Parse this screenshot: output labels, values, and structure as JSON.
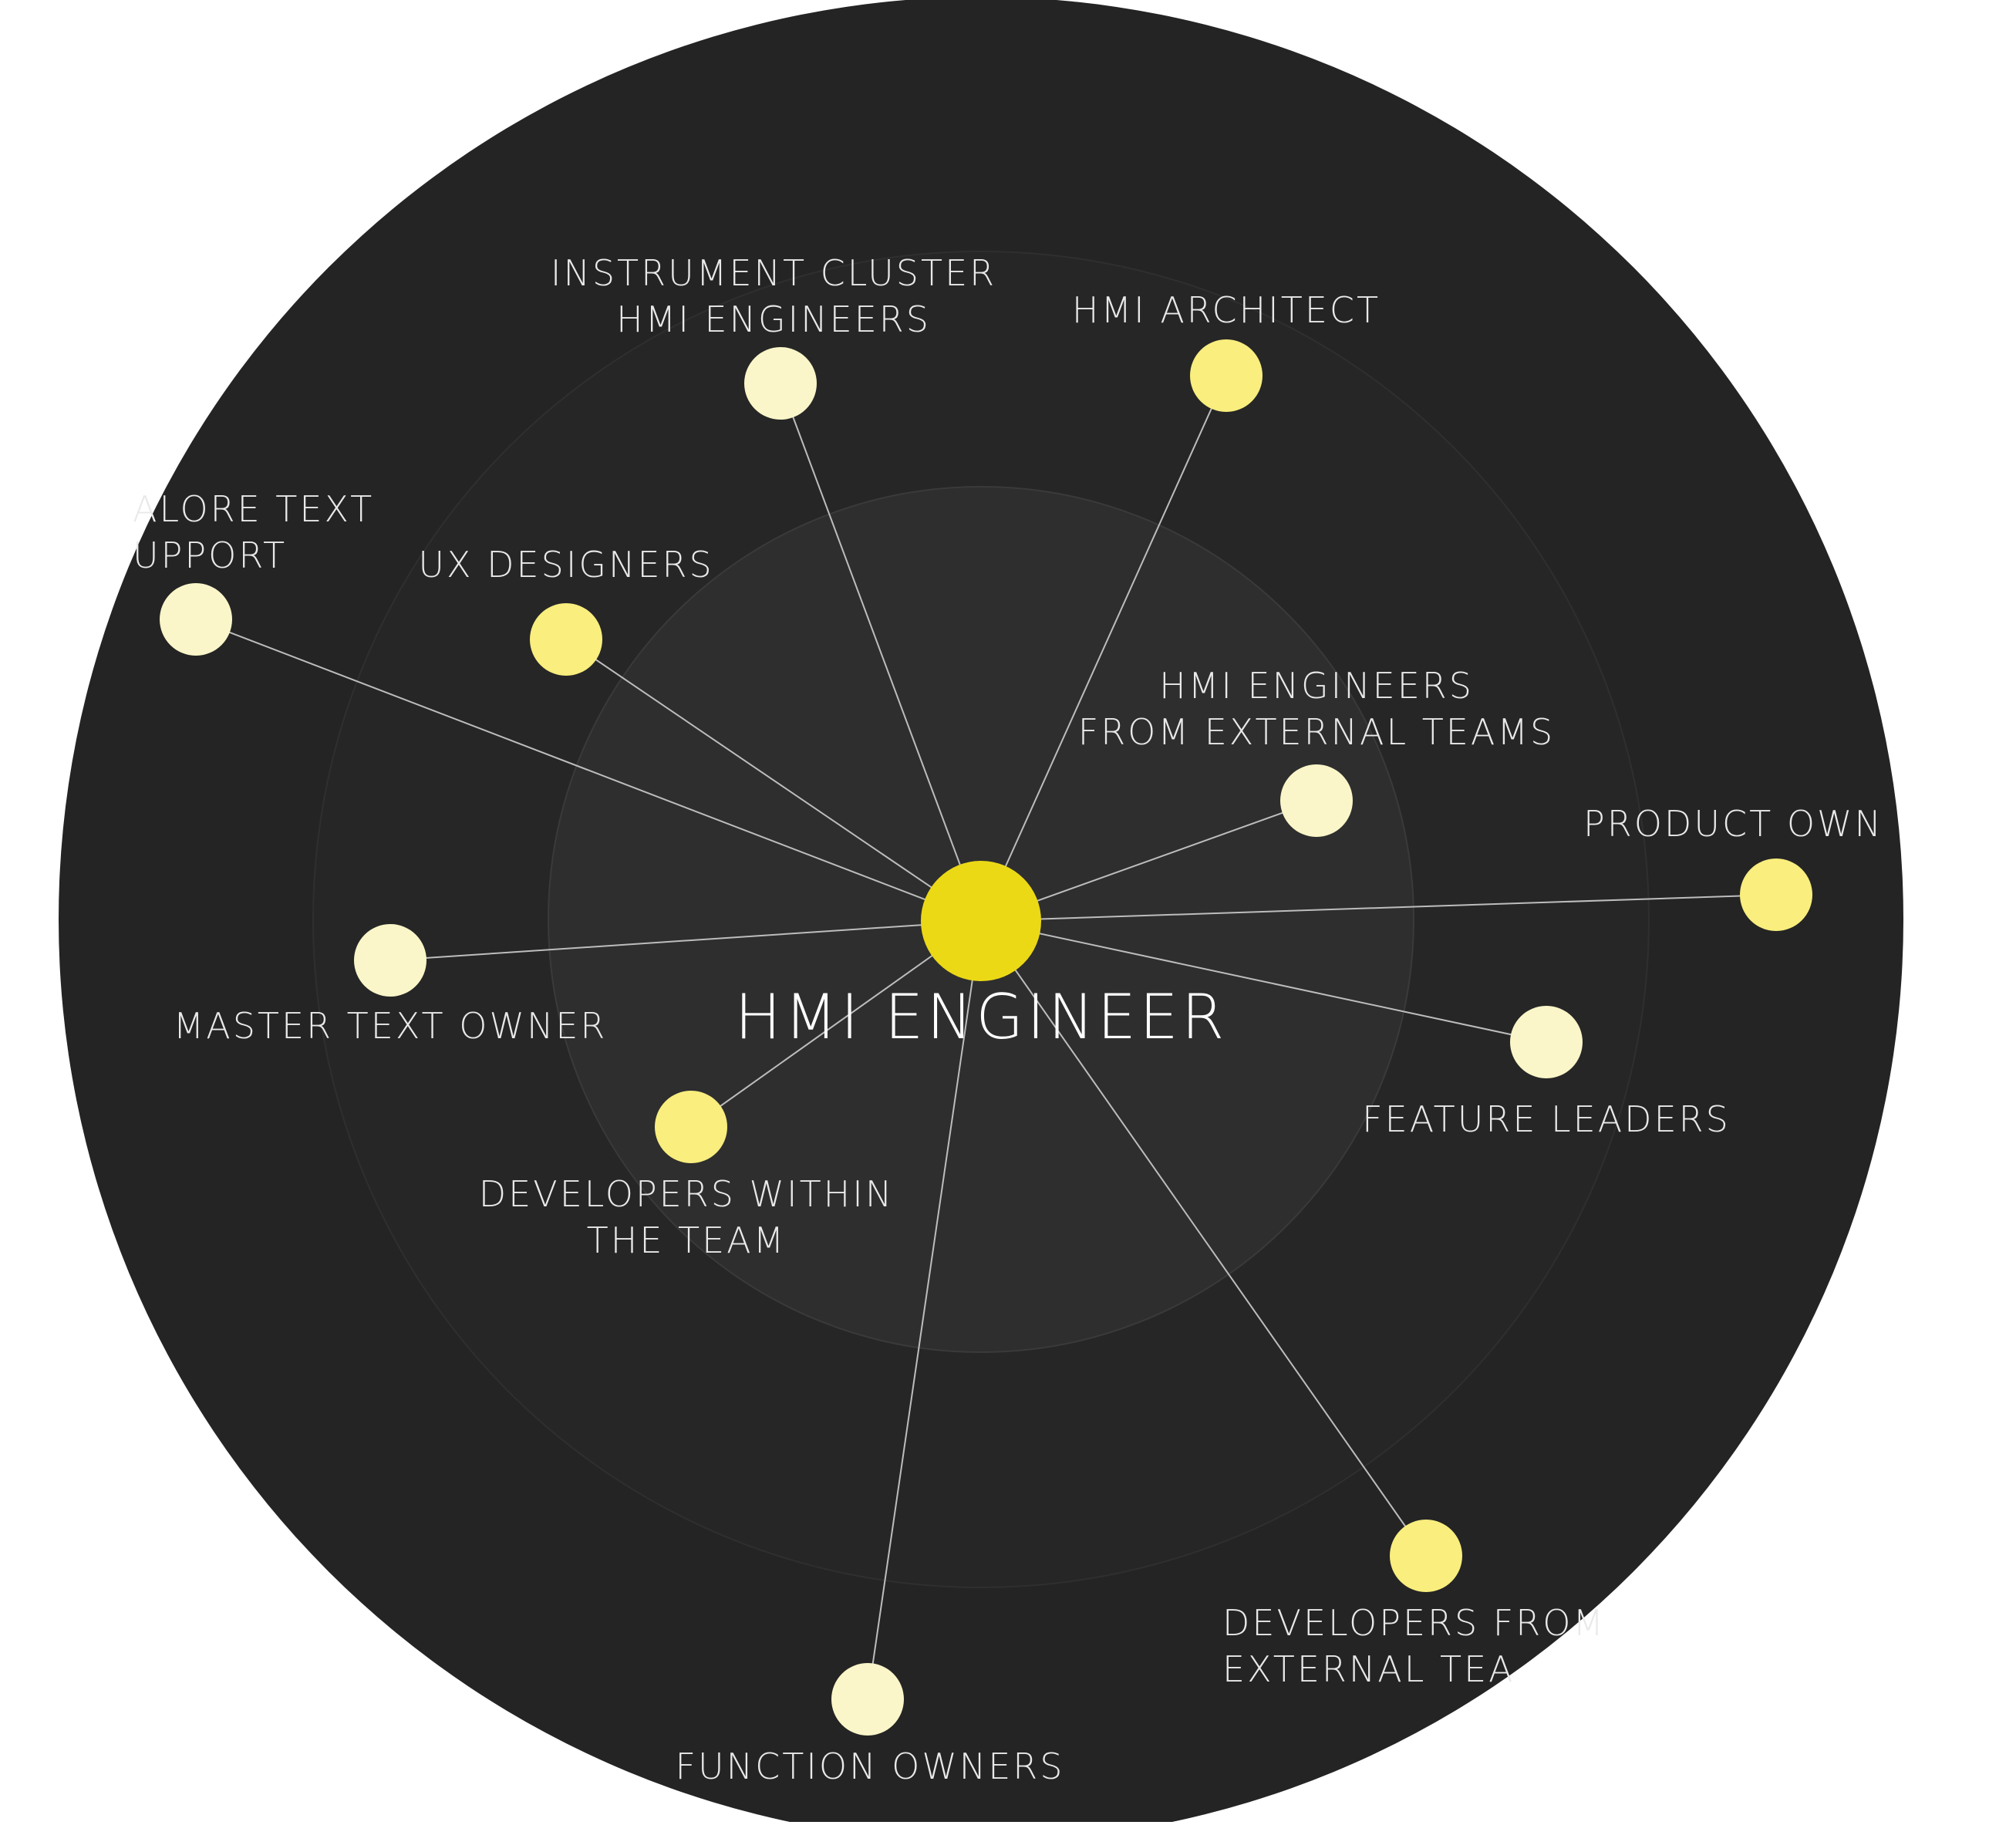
{
  "diagram": {
    "center": {
      "label": "HMI ENGINEER",
      "color": "#ecd916"
    },
    "colors": {
      "background": "#242424",
      "middle_ring": "#262626",
      "inner_ring": "#2e2e2e",
      "link": "#bdbdbd",
      "node_bright": "#f9ee7e",
      "node_pale": "#faf6c9",
      "text": "#e9e9e9"
    },
    "nodes": [
      {
        "id": "instrument-cluster",
        "label": "INSTRUMENT CLUSTER HMI ENGINEERS",
        "lines": [
          "INSTRUMENT CLUSTER",
          "HMI ENGINEERS"
        ],
        "tone": "pale"
      },
      {
        "id": "hmi-architect",
        "label": "HMI ARCHITECT",
        "lines": [
          "HMI ARCHITECT"
        ],
        "tone": "bright"
      },
      {
        "id": "bangalore-text-support",
        "label": "ALORE TEXT UPPORT",
        "lines": [
          "ALORE TEXT",
          "UPPORT"
        ],
        "tone": "pale"
      },
      {
        "id": "ux-designers",
        "label": "UX DESIGNERS",
        "lines": [
          "UX DESIGNERS"
        ],
        "tone": "bright"
      },
      {
        "id": "hmi-engineers-external",
        "label": "HMI ENGINEERS FROM EXTERNAL TEAMS",
        "lines": [
          "HMI ENGINEERS",
          "FROM EXTERNAL TEAMS"
        ],
        "tone": "pale"
      },
      {
        "id": "product-owner",
        "label": "PRODUCT OWN",
        "lines": [
          "PRODUCT OWN"
        ],
        "tone": "bright"
      },
      {
        "id": "master-text-owner",
        "label": "MASTER TEXT OWNER",
        "lines": [
          "MASTER TEXT OWNER"
        ],
        "tone": "pale"
      },
      {
        "id": "feature-leaders",
        "label": "FEATURE LEADERS",
        "lines": [
          "FEATURE LEADERS"
        ],
        "tone": "pale"
      },
      {
        "id": "developers-within-team",
        "label": "DEVELOPERS WITHIN THE TEAM",
        "lines": [
          "DEVELOPERS WITHIN",
          "THE TEAM"
        ],
        "tone": "bright"
      },
      {
        "id": "developers-external",
        "label": "DEVELOPERS FROM EXTERNAL TEA",
        "lines": [
          "DEVELOPERS FROM",
          "EXTERNAL TEA"
        ],
        "tone": "bright"
      },
      {
        "id": "function-owners",
        "label": "FUNCTION OWNERS",
        "lines": [
          "FUNCTION OWNERS"
        ],
        "tone": "pale"
      }
    ]
  }
}
